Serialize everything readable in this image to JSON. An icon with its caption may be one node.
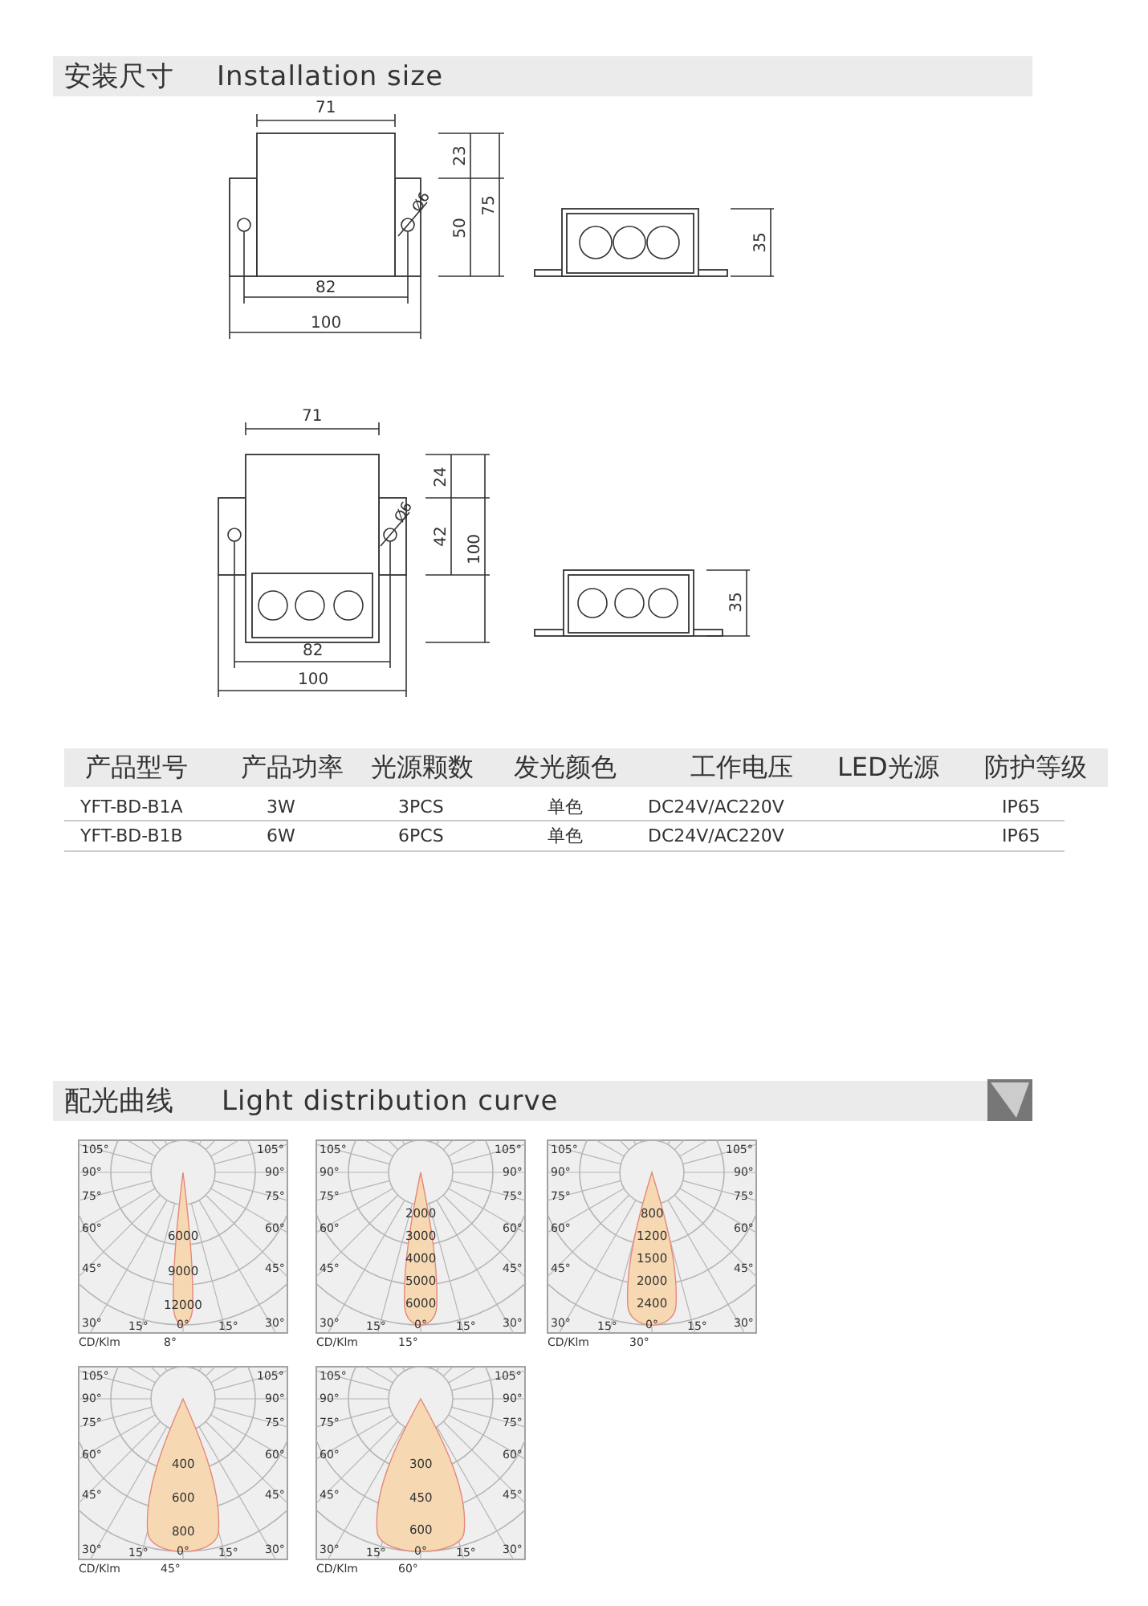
{
  "diagram": {
    "labels": [
      "安装尺寸",
      "Installation size",
      "71",
      "23",
      "75",
      "50",
      "Ø6",
      "35",
      "82",
      "100",
      "71",
      "24",
      "42",
      "100",
      "Ø6",
      "35",
      "82",
      "100",
      "产品型号",
      "产品功率",
      "光源颗数",
      "发光颜色",
      "工作电压",
      "LED光源",
      "防护等级",
      "YFT-BD-B1A",
      "3W",
      "3PCS",
      "单色",
      "DC24V/AC220V",
      "IP65",
      "YFT-BD-B1B",
      "6W",
      "6PCS",
      "单色",
      "DC24V/AC220V",
      "IP65",
      "配光曲线",
      "Light distribution curve",
      "105°",
      "105°",
      "90°",
      "90°",
      "75°",
      "75°",
      "60°",
      "60°",
      "45°",
      "45°",
      "6000",
      "9000",
      "12000",
      "30°",
      "15°",
      "0°",
      "15°",
      "30°",
      "CD/Klm",
      "8°",
      "105°",
      "105°",
      "90°",
      "90°",
      "75°",
      "75°",
      "60°",
      "60°",
      "45°",
      "45°",
      "2000",
      "3000",
      "4000",
      "5000",
      "6000",
      "30°",
      "15°",
      "0°",
      "15°",
      "30°",
      "CD/Klm",
      "15°",
      "105°",
      "105°",
      "90°",
      "90°",
      "75°",
      "75°",
      "60°",
      "60°",
      "45°",
      "45°",
      "800",
      "1200",
      "1500",
      "2000",
      "2400",
      "30°",
      "15°",
      "0°",
      "15°",
      "30°",
      "CD/Klm",
      "30°",
      "105°",
      "105°",
      "90°",
      "90°",
      "75°",
      "75°",
      "60°",
      "60°",
      "45°",
      "45°",
      "400",
      "600",
      "800",
      "30°",
      "15°",
      "0°",
      "15°",
      "30°",
      "CD/Klm",
      "45°",
      "105°",
      "105°",
      "90°",
      "90°",
      "75°",
      "75°",
      "60°",
      "60°",
      "45°",
      "45°",
      "300",
      "450",
      "600",
      "30°",
      "15°",
      "0°",
      "15°",
      "30°",
      "CD/Klm",
      "60°"
    ]
  }
}
